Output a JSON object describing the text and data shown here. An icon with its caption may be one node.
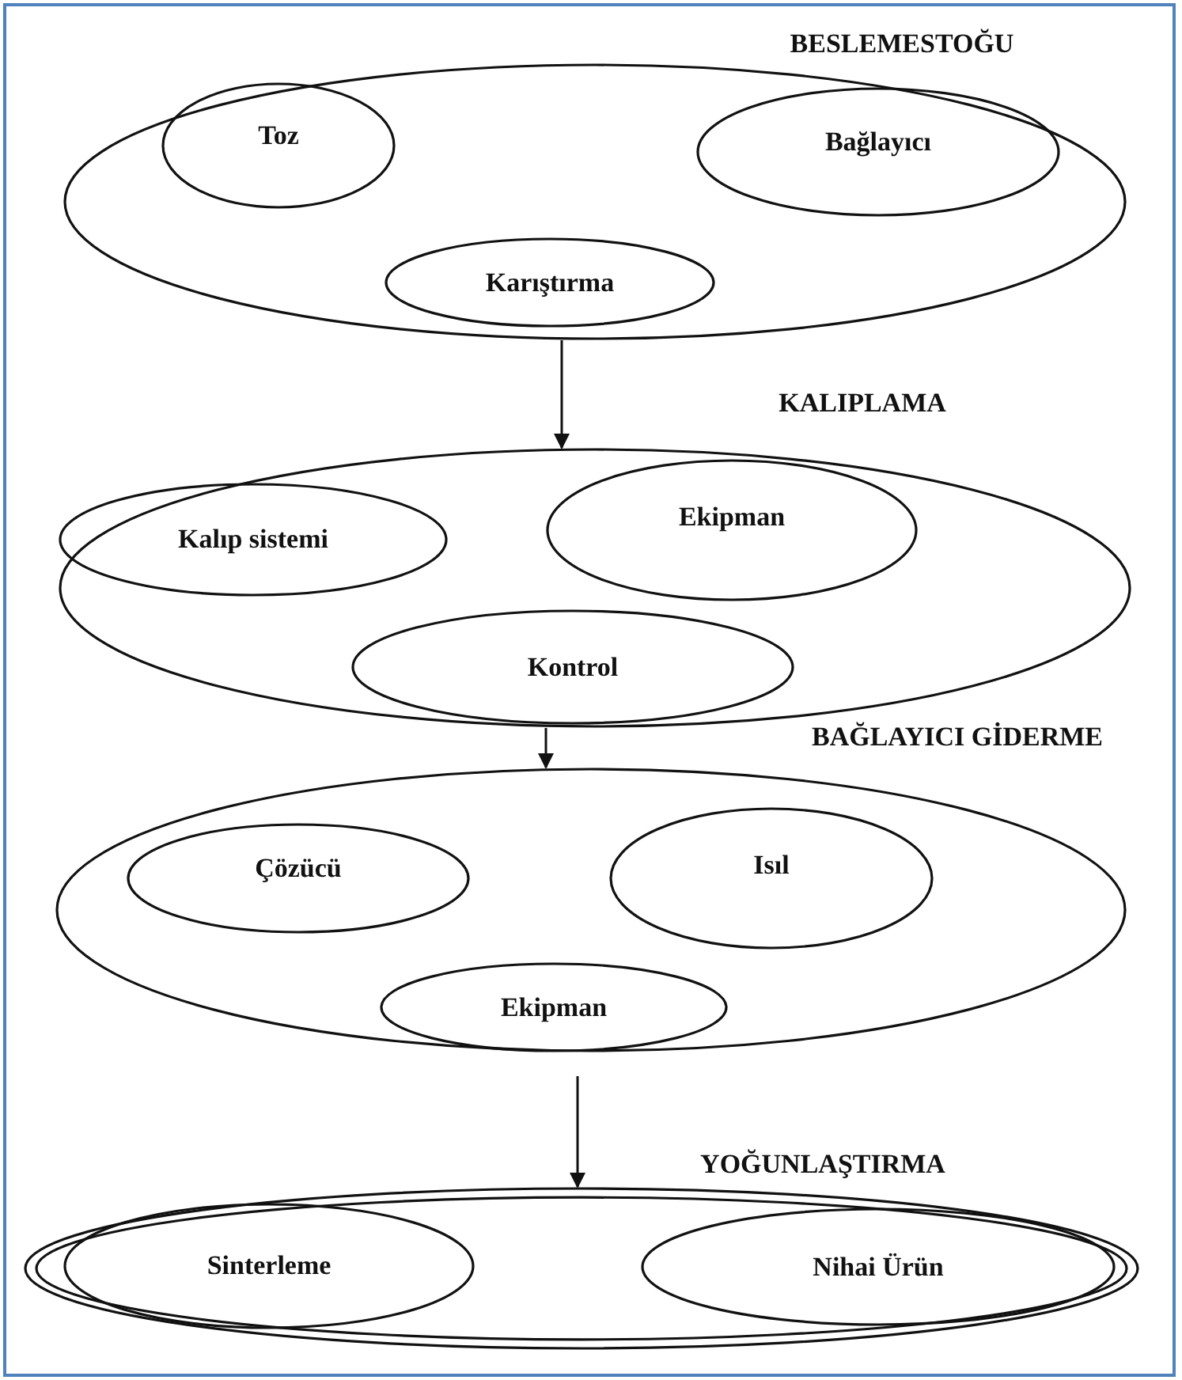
{
  "diagram": {
    "nodes": [
      {
        "text": [
          "BESLEMESTOĞU"
        ]
      },
      {
        "text": [
          "Toz"
        ],
        "in": 0
      },
      {
        "text": [
          "Bağlayıcı"
        ],
        "in": 0
      },
      {
        "text": [
          "Karıştırma"
        ],
        "in": 0
      },
      {
        "text": [
          "KALIPLAMA"
        ]
      },
      {
        "text": [
          "Kalıp sistemi"
        ],
        "in": 4
      },
      {
        "text": [
          "Ekipman"
        ],
        "in": 4
      },
      {
        "text": [
          "Kontrol"
        ],
        "in": 4
      },
      {
        "text": [
          "BAĞLAYICI GİDERME"
        ]
      },
      {
        "text": [
          "Çözücü"
        ],
        "in": 8
      },
      {
        "text": [
          "Isıl"
        ],
        "in": 8
      },
      {
        "text": [
          "Ekipman"
        ],
        "in": 8
      },
      {
        "text": [
          "YOĞUNLAŞTIRMA"
        ]
      },
      {
        "text": [
          "Sinterleme"
        ],
        "in": 12
      },
      {
        "text": [
          "Nihai Ürün"
        ],
        "in": 12
      }
    ],
    "edges": [
      {
        "from": 0,
        "to": 4,
        "arrow": "to"
      },
      {
        "from": 4,
        "to": 8,
        "arrow": "to"
      },
      {
        "from": 8,
        "to": 12,
        "arrow": "to"
      }
    ]
  }
}
